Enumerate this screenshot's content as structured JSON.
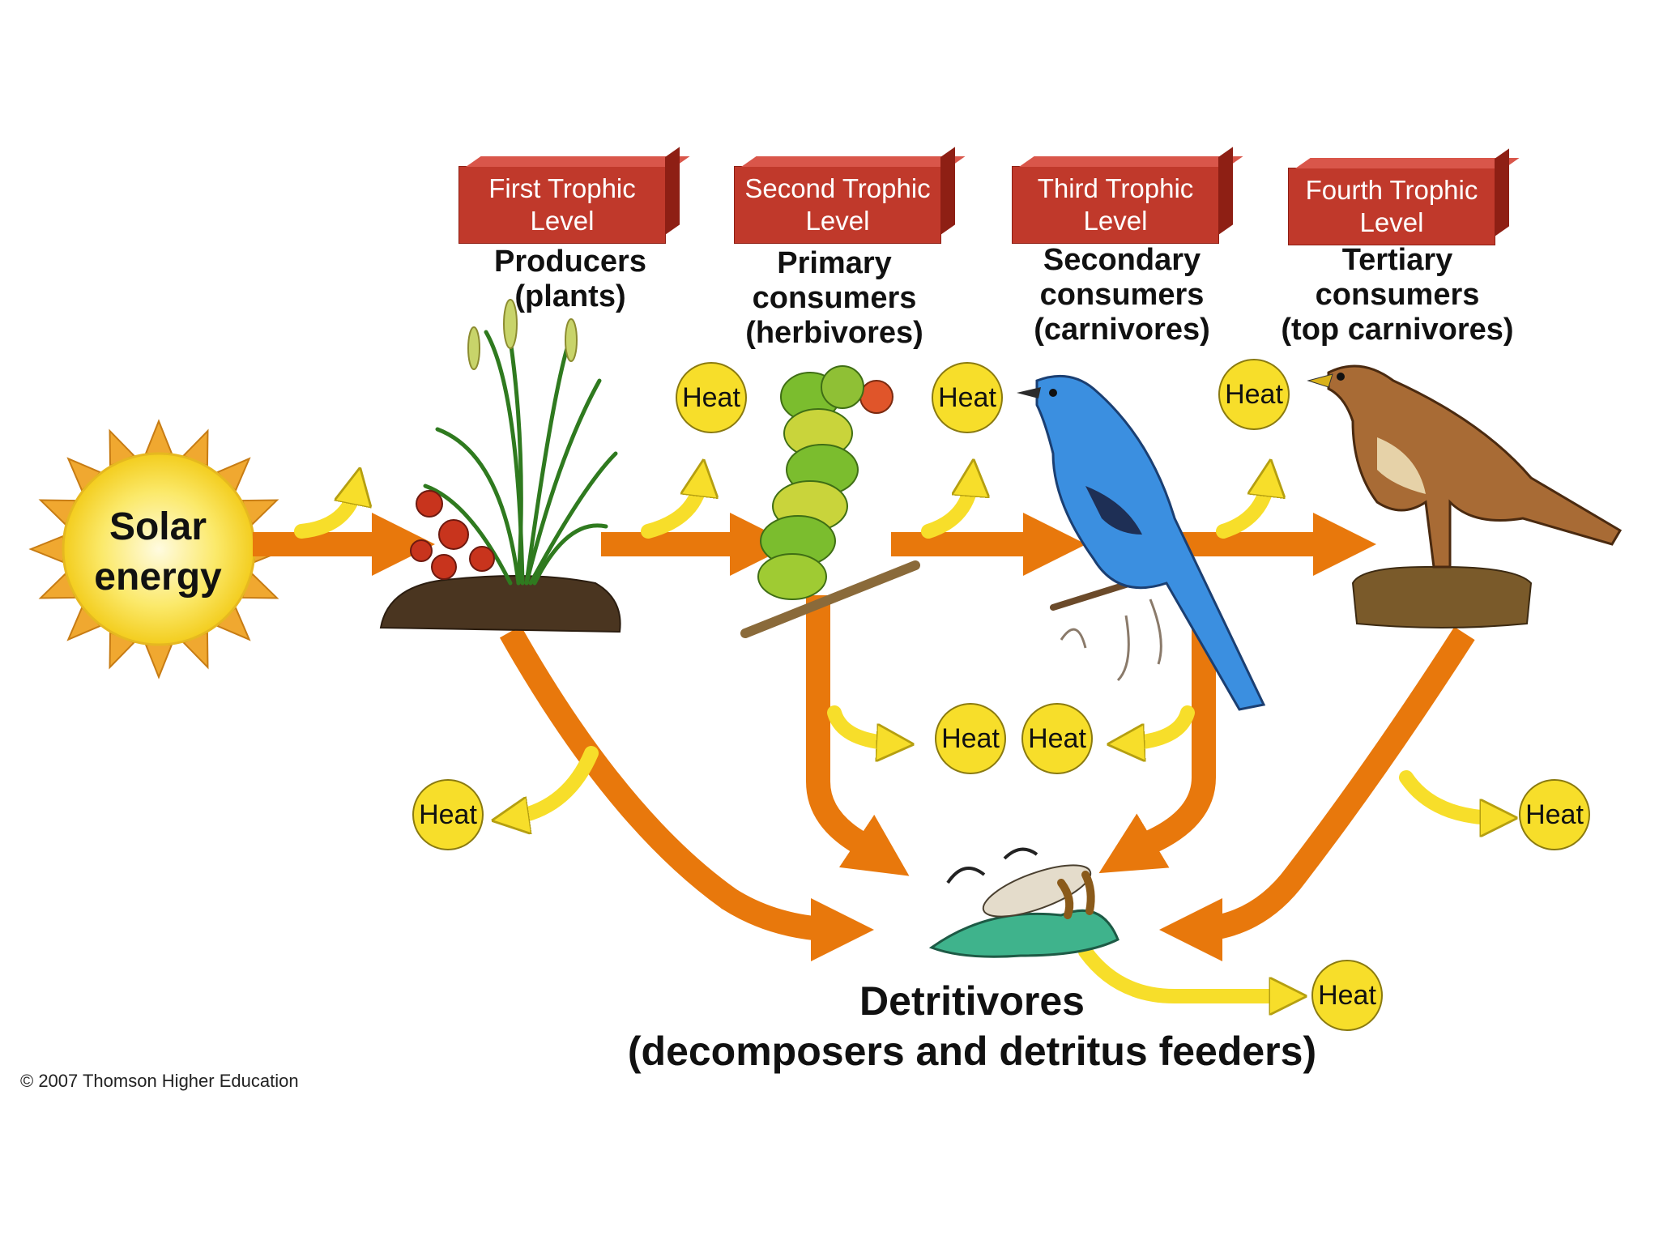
{
  "solar": {
    "line1": "Solar",
    "line2": "energy"
  },
  "levels": [
    {
      "box1": "First Trophic",
      "box2": "Level",
      "role1": "Producers",
      "role2": "(plants)",
      "role3": ""
    },
    {
      "box1": "Second Trophic",
      "box2": "Level",
      "role1": "Primary",
      "role2": "consumers",
      "role3": "(herbivores)"
    },
    {
      "box1": "Third Trophic",
      "box2": "Level",
      "role1": "Secondary",
      "role2": "consumers",
      "role3": "(carnivores)"
    },
    {
      "box1": "Fourth Trophic",
      "box2": "Level",
      "role1": "Tertiary",
      "role2": "consumers",
      "role3": "(top carnivores)"
    }
  ],
  "heat_label": "Heat",
  "detritivores": {
    "line1": "Detritivores",
    "line2": "(decomposers and detritus feeders)"
  },
  "copyright": "© 2007 Thomson Higher Education",
  "colors": {
    "flow_arrow": "#e8780c",
    "heat_arrow": "#f7de2a",
    "level_box": "#c0392b",
    "sun": "#f6d22b"
  }
}
